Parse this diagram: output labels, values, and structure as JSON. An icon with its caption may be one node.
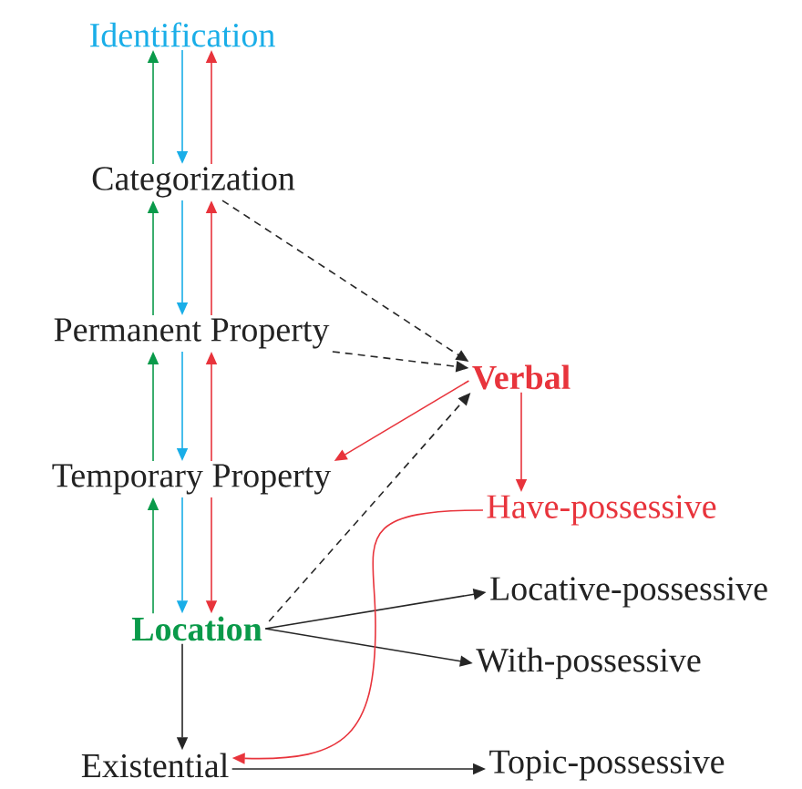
{
  "diagram": {
    "nodes": [
      {
        "text": [
          "Identification"
        ]
      },
      {
        "text": [
          "Categorization"
        ]
      },
      {
        "text": [
          "Permanent Property"
        ]
      },
      {
        "text": [
          "Verbal"
        ]
      },
      {
        "text": [
          "Temporary Property"
        ]
      },
      {
        "text": [
          "Have-possessive"
        ]
      },
      {
        "text": [
          "Location"
        ]
      },
      {
        "text": [
          "Locative-possessive"
        ]
      },
      {
        "text": [
          "With-possessive"
        ]
      },
      {
        "text": [
          "Existential"
        ]
      },
      {
        "text": [
          "Topic-possessive"
        ]
      }
    ],
    "edges": [
      {
        "from": 1,
        "to": 0,
        "arrow": "to",
        "color": "#0a9a4a"
      },
      {
        "from": 0,
        "to": 1,
        "arrow": "to",
        "color": "#1aaee8"
      },
      {
        "from": 1,
        "to": 0,
        "arrow": "to",
        "color": "#e8343c"
      },
      {
        "from": 2,
        "to": 1,
        "arrow": "to",
        "color": "#0a9a4a"
      },
      {
        "from": 1,
        "to": 2,
        "arrow": "to",
        "color": "#1aaee8"
      },
      {
        "from": 2,
        "to": 1,
        "arrow": "to",
        "color": "#e8343c"
      },
      {
        "from": 4,
        "to": 2,
        "arrow": "to",
        "color": "#0a9a4a"
      },
      {
        "from": 2,
        "to": 4,
        "arrow": "to",
        "color": "#1aaee8"
      },
      {
        "from": 4,
        "to": 2,
        "arrow": "to",
        "color": "#e8343c"
      },
      {
        "from": 6,
        "to": 4,
        "arrow": "to",
        "color": "#0a9a4a"
      },
      {
        "from": 4,
        "to": 6,
        "arrow": "to",
        "color": "#1aaee8"
      },
      {
        "from": 4,
        "to": 6,
        "arrow": "to",
        "color": "#e8343c"
      },
      {
        "from": 1,
        "to": 3,
        "arrow": "to",
        "style": "dashed",
        "color": "#262626"
      },
      {
        "from": 2,
        "to": 3,
        "arrow": "to",
        "style": "dashed",
        "color": "#262626"
      },
      {
        "from": 6,
        "to": 3,
        "arrow": "to",
        "style": "dashed",
        "color": "#262626"
      },
      {
        "from": 3,
        "to": 4,
        "arrow": "to",
        "color": "#e8343c"
      },
      {
        "from": 3,
        "to": 5,
        "arrow": "to",
        "color": "#e8343c"
      },
      {
        "from": 6,
        "to": 7,
        "arrow": "to",
        "color": "#262626"
      },
      {
        "from": 6,
        "to": 8,
        "arrow": "to",
        "color": "#262626"
      },
      {
        "from": 6,
        "to": 9,
        "arrow": "to",
        "color": "#262626"
      },
      {
        "from": 5,
        "to": 9,
        "arrow": "to",
        "color": "#e8343c"
      },
      {
        "from": 9,
        "to": 10,
        "arrow": "to",
        "color": "#262626"
      }
    ]
  }
}
